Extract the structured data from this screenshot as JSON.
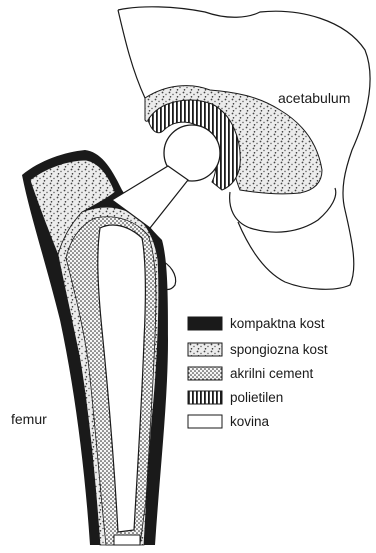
{
  "labels": {
    "acetabulum": "acetabulum",
    "femur": "femur"
  },
  "legend": [
    {
      "text": "kompaktna kost",
      "pattern": "solid"
    },
    {
      "text": "spongiozna kost",
      "pattern": "sponge"
    },
    {
      "text": "akrilni cement",
      "pattern": "dots"
    },
    {
      "text": "polietilen",
      "pattern": "stripes"
    },
    {
      "text": "kovina",
      "pattern": "empty"
    }
  ],
  "colors": {
    "ink": "#1a1a1a",
    "paper": "#ffffff",
    "sponge": "#e8e8e8"
  }
}
